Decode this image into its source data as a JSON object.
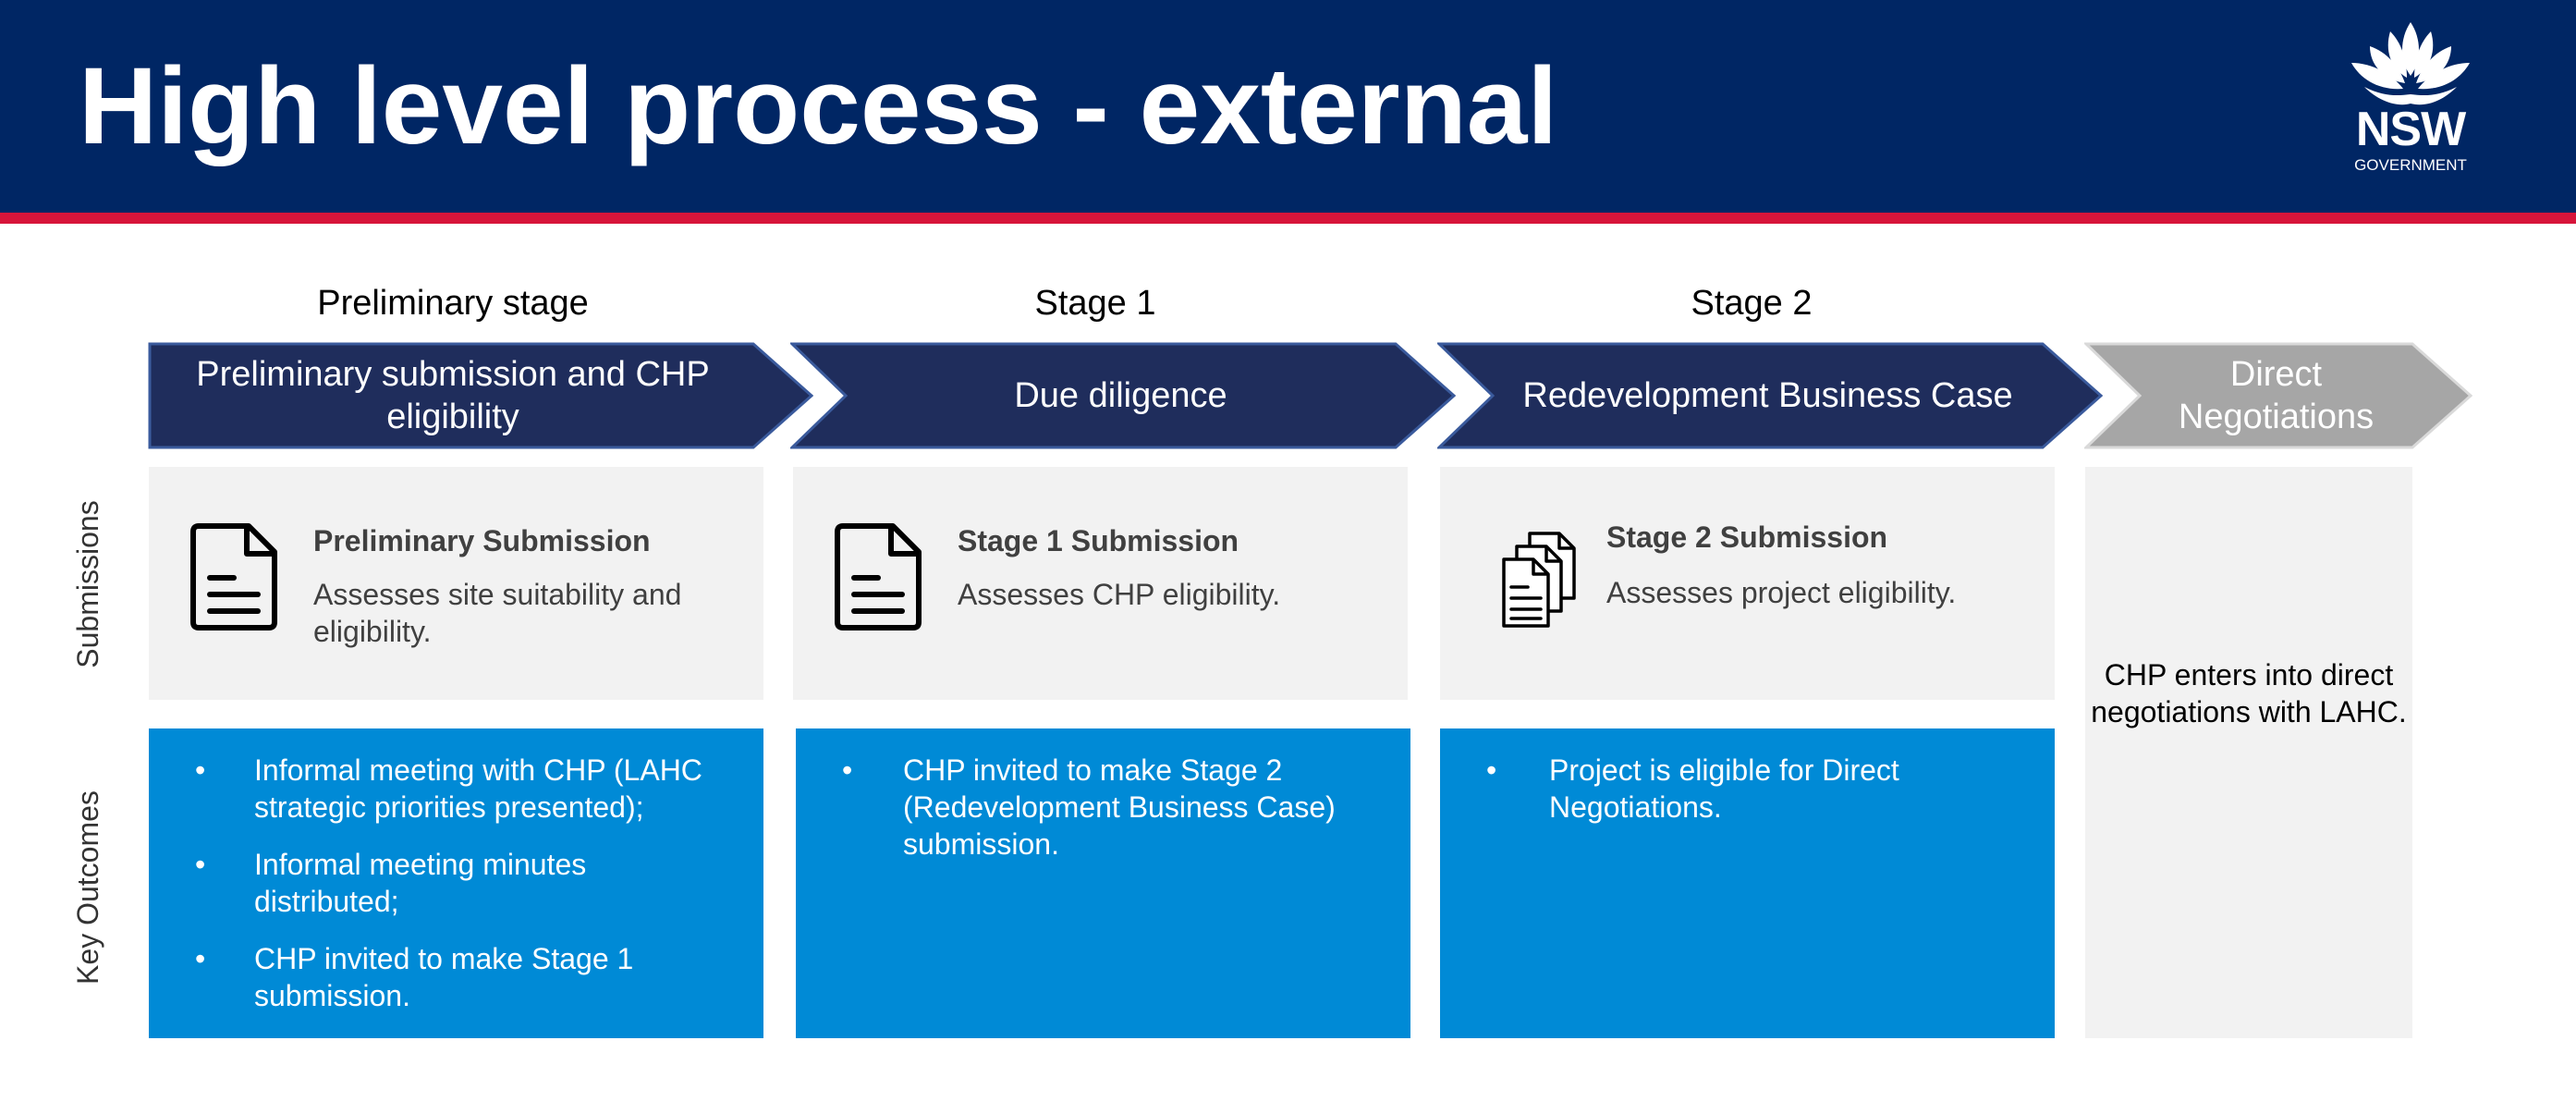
{
  "header": {
    "title": "High level process - external",
    "logo": {
      "name": "NSW",
      "subtitle": "GOVERNMENT"
    }
  },
  "row_labels": {
    "submissions": "Submissions",
    "key_outcomes": "Key Outcomes"
  },
  "stages": [
    {
      "label": "Preliminary stage",
      "chevron": "Preliminary submission and CHP eligibility",
      "submission": {
        "title": "Preliminary Submission",
        "description": "Assesses site suitability and eligibility.",
        "icon": "document-icon"
      },
      "outcomes": [
        "Informal meeting with CHP (LAHC strategic priorities presented);",
        "Informal meeting minutes distributed;",
        "CHP invited to make Stage 1 submission."
      ]
    },
    {
      "label": "Stage 1",
      "chevron": "Due diligence",
      "submission": {
        "title": "Stage 1 Submission",
        "description": "Assesses CHP eligibility.",
        "icon": "document-icon"
      },
      "outcomes": [
        "CHP invited to make Stage 2 (Redevelopment Business Case) submission."
      ]
    },
    {
      "label": "Stage 2",
      "chevron": "Redevelopment Business Case",
      "submission": {
        "title": "Stage 2 Submission",
        "description": "Assesses project eligibility.",
        "icon": "documents-stack-icon"
      },
      "outcomes": [
        "Project is eligible for Direct Negotiations."
      ]
    },
    {
      "chevron": "Direct Negotiations",
      "description": "CHP enters into direct negotiations with LAHC."
    }
  ],
  "bullet_glyph": "•",
  "colors": {
    "header_bg": "#002664",
    "header_stripe": "#d7153a",
    "chevron_active": "#1f2d5c",
    "chevron_future": "#a6a6a6",
    "outcome_bg": "#008ad6",
    "panel_bg": "#f2f2f2"
  }
}
